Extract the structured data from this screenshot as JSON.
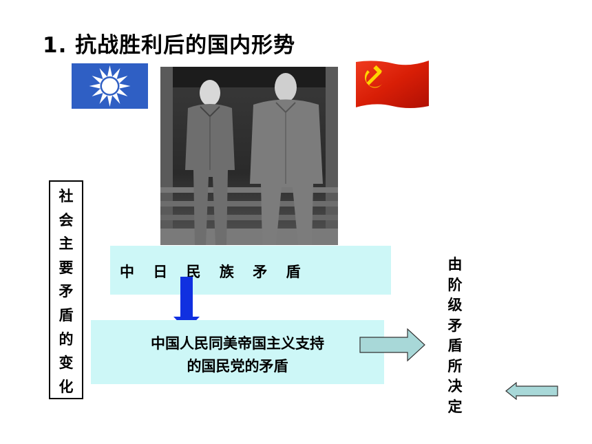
{
  "slide": {
    "title": "1. 抗战胜利后的国内形势",
    "side_box_text": "社会主要矛盾的变化",
    "box1_text": "中 日 民 族 矛 盾",
    "box2_line1": "中国人民同美帝国主义支持",
    "box2_line2": "的国民党的矛盾",
    "right_text": "由阶级矛盾所决定"
  },
  "images": {
    "kmt_emblem": "kmt-emblem-icon",
    "ccp_flag": "ccp-flag-icon",
    "photo": "historical-photo"
  },
  "colors": {
    "box_fill": "#cdf7f7",
    "arrow_blue": "#1030e0",
    "arrow_teal": "#a8d8d8",
    "flag_red": "#d81e06",
    "emblem_blue": "#2f5fc4"
  }
}
